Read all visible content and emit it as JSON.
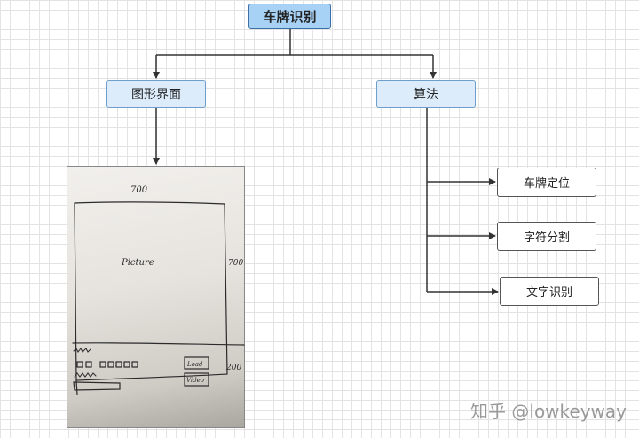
{
  "diagram": {
    "root": "车牌识别",
    "branches": [
      {
        "label": "图形界面"
      },
      {
        "label": "算法"
      }
    ],
    "algorithm_steps": [
      "车牌定位",
      "字符分割",
      "文字识别"
    ]
  },
  "sketch": {
    "width_label": "700",
    "height_label_top": "700",
    "height_label_bottom": "200",
    "picture_label": "Picture",
    "load_label": "Load",
    "video_label": "Video"
  },
  "watermark": "知乎 @lowkeyway",
  "colors": {
    "root_fill": "#a8d2f5",
    "branch_fill": "#dcecfb",
    "leaf_fill": "#ffffff",
    "line": "#333333"
  }
}
